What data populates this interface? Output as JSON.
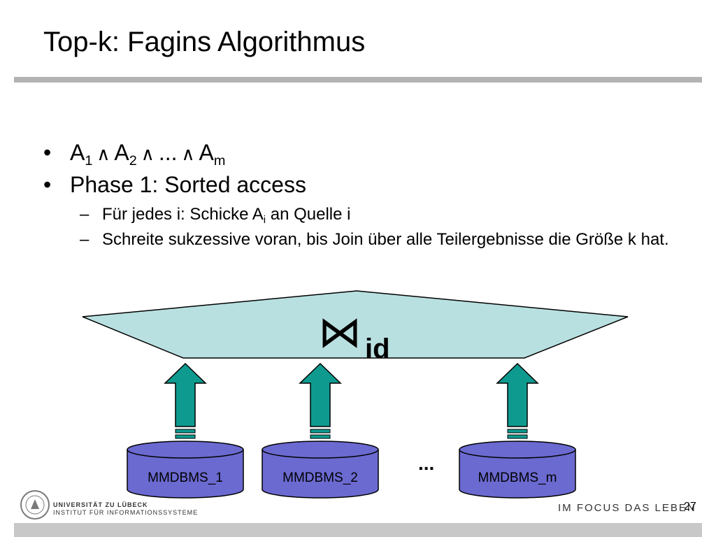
{
  "slide": {
    "title": "Top-k: Fagins Algorithmus",
    "page_number": "27"
  },
  "bullets": [
    {
      "parts": [
        "A",
        "1",
        "∧",
        "A",
        "2",
        "∧",
        "...",
        "∧",
        "A",
        "m"
      ]
    },
    {
      "text": "Phase 1: Sorted access"
    }
  ],
  "sub_bullets": [
    {
      "before": "Für jedes i: Schicke A",
      "sub": "i",
      "after": " an Quelle i"
    },
    {
      "text": "Schreite sukzessive voran, bis Join über alle Teilergebnisse die Größe k hat."
    }
  ],
  "diagram": {
    "join_symbol": "⋈",
    "join_subscript": "id",
    "sources": [
      "MMDBMS_1",
      "MMDBMS_2",
      "MMDBMS_m"
    ],
    "ellipsis": "...",
    "colors": {
      "join_fill": "#b9e0e0",
      "arrow_fill": "#0f9a8f",
      "db_fill": "#6b6ad1"
    }
  },
  "footer": {
    "university_line1": "UNIVERSITÄT ZU LÜBECK",
    "university_line2": "INSTITUT FÜR INFORMATIONSSYSTEME",
    "slogan": "IM FOCUS DAS LEBEN"
  }
}
